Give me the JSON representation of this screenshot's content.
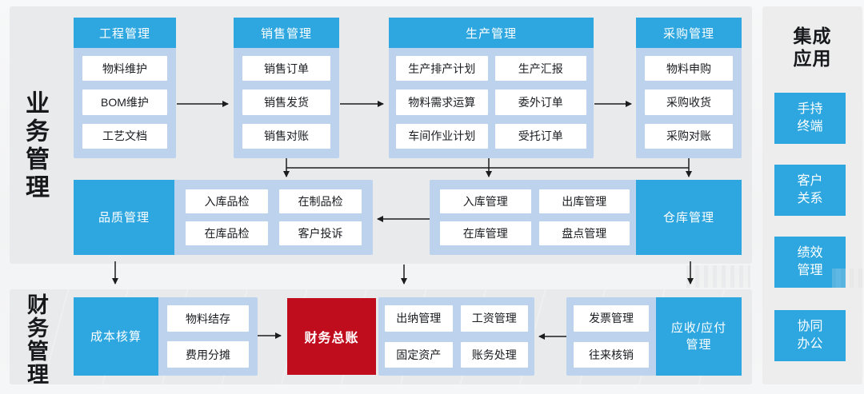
{
  "colors": {
    "accent_blue": "#2ea7e0",
    "container_blue": "#bdd3ed",
    "accent_red": "#c00d1d",
    "panel_gray": "#e9eaeb",
    "arrow": "#1c1c1c"
  },
  "labels": {
    "business": "业务管理",
    "finance": "财务管理",
    "integration_title": "集成\n应用"
  },
  "top_columns": [
    {
      "header": "工程管理",
      "items": [
        "物料维护",
        "BOM维护",
        "工艺文档"
      ]
    },
    {
      "header": "销售管理",
      "items": [
        "销售订单",
        "销售发货",
        "销售对账"
      ]
    },
    {
      "header": "生产管理",
      "items": [
        "生产排产计划",
        "生产汇报",
        "物料需求运算",
        "委外订单",
        "车间作业计划",
        "受托订单"
      ]
    },
    {
      "header": "采购管理",
      "items": [
        "物料申购",
        "采购收货",
        "采购对账"
      ]
    }
  ],
  "quality_group": {
    "label": "品质管理",
    "items": [
      "入库品检",
      "在制品检",
      "在库品检",
      "客户投诉"
    ]
  },
  "warehouse_group": {
    "label": "仓库管理",
    "items": [
      "入库管理",
      "出库管理",
      "在库管理",
      "盘点管理"
    ]
  },
  "cost_group": {
    "label": "成本核算",
    "items": [
      "物料结存",
      "费用分摊"
    ]
  },
  "general_ledger": {
    "label": "财务总账"
  },
  "cashier_group": {
    "items": [
      "出纳管理",
      "工资管理",
      "固定资产",
      "账务处理"
    ]
  },
  "receivable_group": {
    "label": "应收/应付\n管理",
    "items": [
      "发票管理",
      "往来核销"
    ]
  },
  "integration_items": [
    "手持\n终端",
    "客户\n关系",
    "绩效\n管理",
    "协同\n办公"
  ]
}
